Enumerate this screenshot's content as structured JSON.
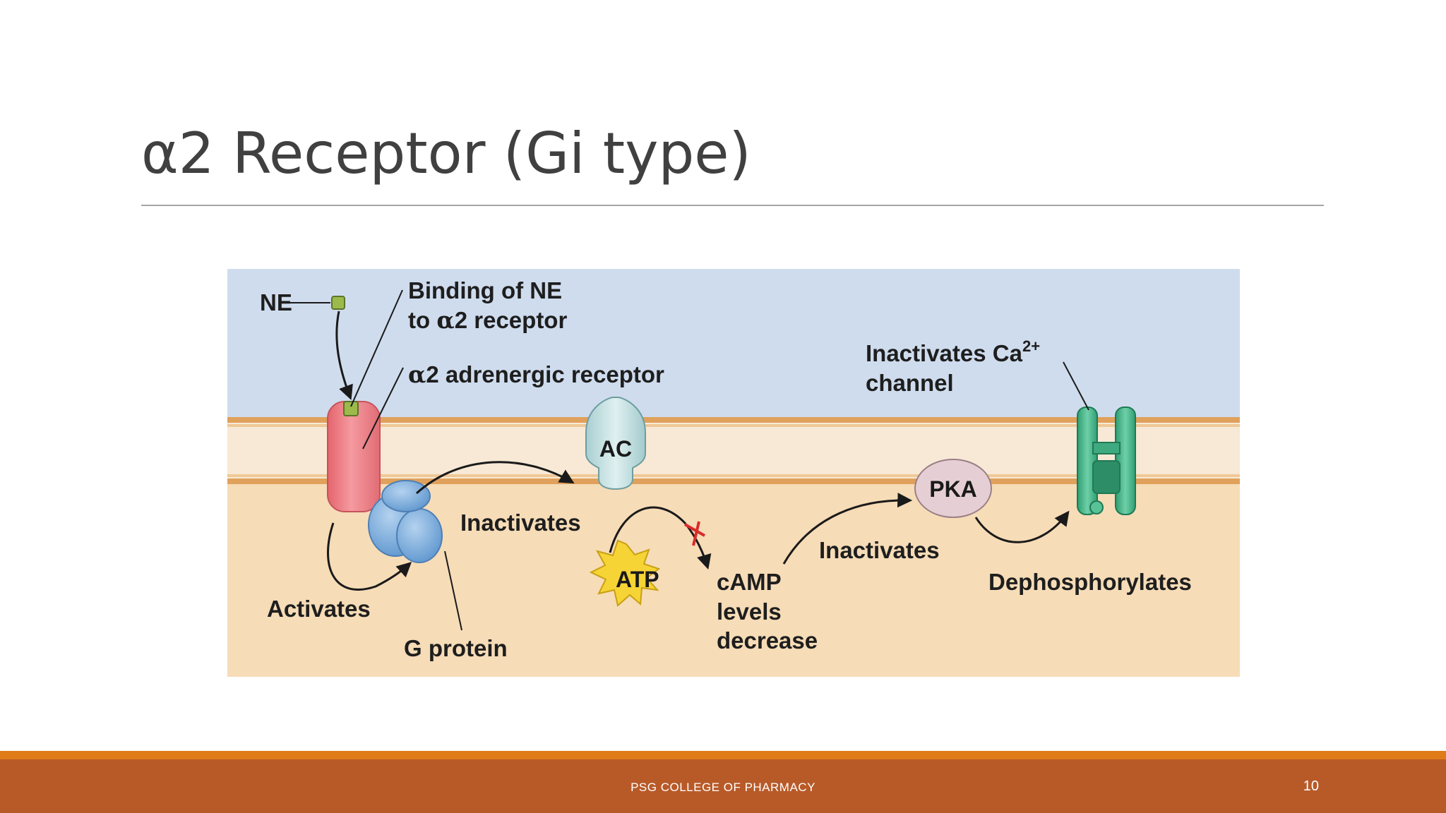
{
  "slide": {
    "title": "α2 Receptor (Gi type)"
  },
  "diagram": {
    "labels": {
      "ne": "NE",
      "binding_line1": "Binding of NE",
      "binding_line2_prefix": "to ",
      "binding_line2_alpha": "α",
      "binding_line2_suffix": "2 receptor",
      "receptor_alpha": "α",
      "receptor_suffix": "2 adrenergic receptor",
      "ac": "AC",
      "inactivates_ca_line1": "Inactivates Ca",
      "inactivates_ca_superscript": "2+",
      "inactivates_ca_line2": "channel",
      "pka": "PKA",
      "inactivates_ac": "Inactivates",
      "atp": "ATP",
      "camp_line1": "cAMP",
      "camp_line2": "levels",
      "camp_line3": "decrease",
      "inactivates_pka": "Inactivates",
      "dephosphorylates": "Dephosphorylates",
      "activates": "Activates",
      "g_protein": "G protein"
    },
    "colors": {
      "extracellular": "#cfdcee",
      "membrane_inner": "#f7e9d6",
      "membrane_line": "#e0a15c",
      "cytoplasm": "#f6dcb7",
      "receptor": "#ee7f86",
      "ne_ligand": "#9cba4a",
      "g_protein": "#86b3df",
      "ac": "#c6e2e3",
      "pka": "#e6cfd4",
      "atp_burst": "#f6d435",
      "ca_channel": "#48b58b",
      "inhibit_mark": "#d92b2b"
    }
  },
  "footer": {
    "org": "PSG COLLEGE OF PHARMACY",
    "page_number": "10"
  }
}
